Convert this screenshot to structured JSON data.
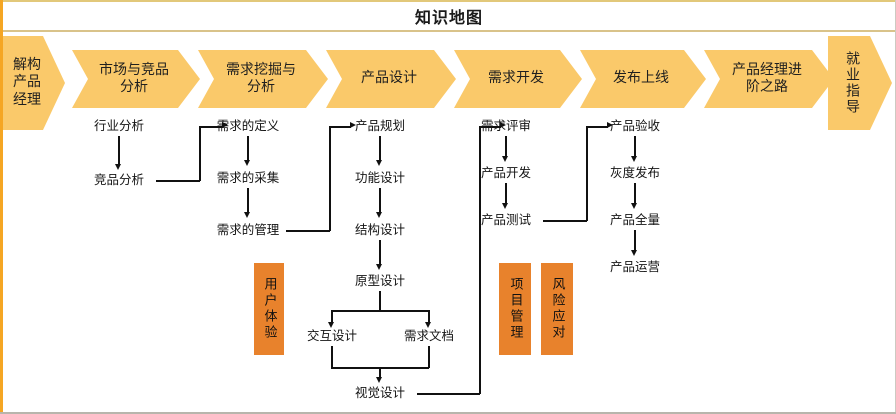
{
  "page": {
    "title": "知识地图",
    "accent_orange": "#e8822c",
    "accent_amber": "#fac96a",
    "frame_left_color": "#f5a623",
    "frame_bottom_color": "#b8b5ac",
    "title_rule_color": "#d9c38a"
  },
  "stages": [
    {
      "label": "解构产品经理",
      "lines": [
        "解构",
        "产品",
        "经理"
      ],
      "style": "plain"
    },
    {
      "label": "市场与竞品分析",
      "lines": [
        "市场与竞品",
        "分析"
      ],
      "style": "notched"
    },
    {
      "label": "需求挖掘与分析",
      "lines": [
        "需求挖掘与",
        "分析"
      ],
      "style": "notched"
    },
    {
      "label": "产品设计",
      "lines": [
        "产品设计"
      ],
      "style": "notched"
    },
    {
      "label": "需求开发",
      "lines": [
        "需求开发"
      ],
      "style": "notched"
    },
    {
      "label": "发布上线",
      "lines": [
        "发布上线"
      ],
      "style": "notched"
    },
    {
      "label": "产品经理进阶之路",
      "lines": [
        "产品经理进",
        "阶之路"
      ],
      "style": "notched"
    },
    {
      "label": "就业指导",
      "lines": [
        "就业指导"
      ],
      "style": "vertical"
    }
  ],
  "columns": [
    {
      "stage": "市场与竞品分析",
      "nodes": [
        "行业分析",
        "竞品分析"
      ]
    },
    {
      "stage": "需求挖掘与分析",
      "nodes": [
        "需求的定义",
        "需求的采集",
        "需求的管理"
      ],
      "callout": "用户体验"
    },
    {
      "stage": "产品设计",
      "nodes": [
        "产品规划",
        "功能设计",
        "结构设计",
        "原型设计",
        "交互设计",
        "需求文档",
        "视觉设计"
      ]
    },
    {
      "stage": "需求开发",
      "nodes": [
        "需求评审",
        "产品开发",
        "产品测试"
      ],
      "callout": "项目管理"
    },
    {
      "stage": "发布上线",
      "nodes": [
        "产品验收",
        "灰度发布",
        "产品全量",
        "产品运营"
      ],
      "callout": "风险应对"
    }
  ],
  "callouts": [
    {
      "label": "用户体验",
      "chars": [
        "用",
        "户",
        "体",
        "验"
      ]
    },
    {
      "label": "项目管理",
      "chars": [
        "项",
        "目",
        "管",
        "理"
      ]
    },
    {
      "label": "风险应对",
      "chars": [
        "风",
        "险",
        "应",
        "对"
      ]
    }
  ],
  "nodes": {
    "n_hangye": "行业分析",
    "n_jingpin": "竞品分析",
    "n_dingyi": "需求的定义",
    "n_caiji": "需求的采集",
    "n_guanli": "需求的管理",
    "n_guihua": "产品规划",
    "n_gongneng": "功能设计",
    "n_jiegou": "结构设计",
    "n_yuanxing": "原型设计",
    "n_jiaohu": "交互设计",
    "n_wendang": "需求文档",
    "n_shijue": "视觉设计",
    "n_pingshen": "需求评审",
    "n_kaifa": "产品开发",
    "n_ceshi": "产品测试",
    "n_yanshou": "产品验收",
    "n_huidu": "灰度发布",
    "n_quanliang": "产品全量",
    "n_yunying": "产品运营"
  }
}
